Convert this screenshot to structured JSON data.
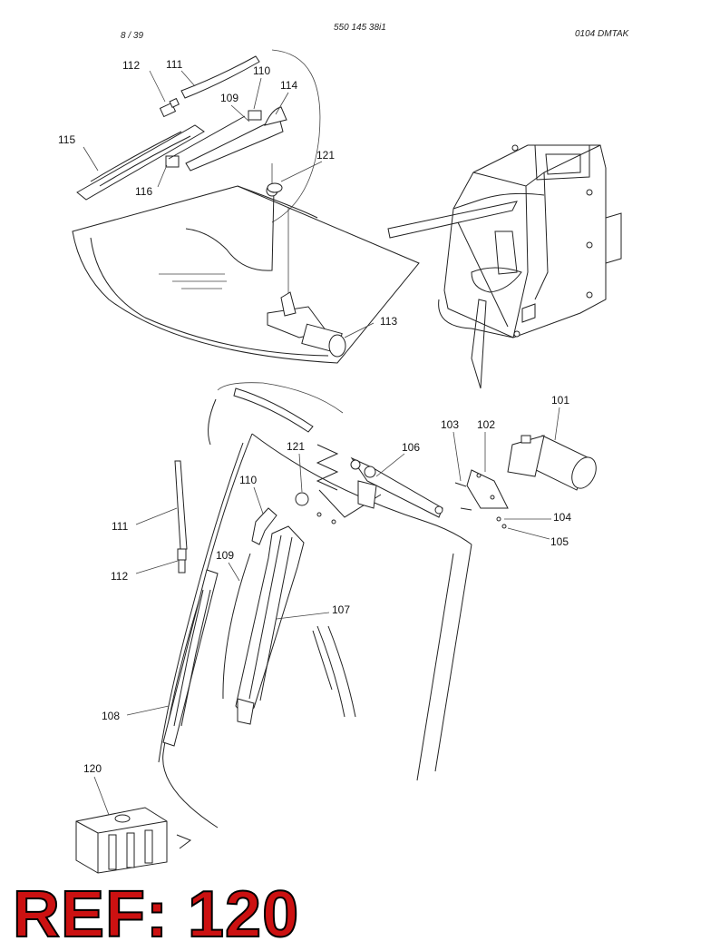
{
  "header": {
    "page": "8 / 39",
    "document_number": "550 145 38i1",
    "code": "0104 DMTAK"
  },
  "callouts_top": [
    "112",
    "111",
    "110",
    "109",
    "114",
    "115",
    "116",
    "121",
    "113"
  ],
  "callouts_bottom": [
    "101",
    "103",
    "102",
    "121",
    "106",
    "110",
    "111",
    "112",
    "109",
    "104",
    "105",
    "107",
    "108",
    "120"
  ],
  "reference_label": "REF: 120",
  "colors": {
    "reference_fill": "#cc1111",
    "reference_outline": "#000000",
    "line": "#222222"
  }
}
